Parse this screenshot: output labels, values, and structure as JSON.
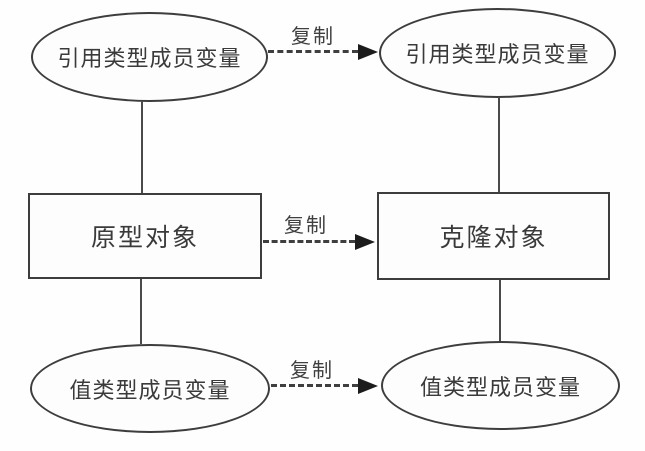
{
  "diagram": {
    "title": "prototype-clone-copy-diagram",
    "nodes": {
      "top_left": {
        "label": "引用类型成员变量",
        "shape": "ellipse",
        "role": "prototype reference-type member variable"
      },
      "top_right": {
        "label": "引用类型成员变量",
        "shape": "ellipse",
        "role": "clone reference-type member variable"
      },
      "mid_left": {
        "label": "原型对象",
        "shape": "rect",
        "role": "prototype object"
      },
      "mid_right": {
        "label": "克隆对象",
        "shape": "rect",
        "role": "clone object"
      },
      "bottom_left": {
        "label": "值类型成员变量",
        "shape": "ellipse",
        "role": "prototype value-type member variable"
      },
      "bottom_right": {
        "label": "值类型成员变量",
        "shape": "ellipse",
        "role": "clone value-type member variable"
      }
    },
    "arrows": {
      "top": {
        "label": "复制",
        "from": "top_left",
        "to": "top_right",
        "style": "dashed-arrow-right"
      },
      "middle": {
        "label": "复制",
        "from": "mid_left",
        "to": "mid_right",
        "style": "dashed-arrow-right"
      },
      "bottom": {
        "label": "复制",
        "from": "bottom_left",
        "to": "bottom_right",
        "style": "dashed-arrow-right"
      }
    },
    "connectors": [
      {
        "from": "top_left",
        "to": "mid_left",
        "type": "solid-line"
      },
      {
        "from": "mid_left",
        "to": "bottom_left",
        "type": "solid-line"
      },
      {
        "from": "top_right",
        "to": "mid_right",
        "type": "solid-line"
      },
      {
        "from": "mid_right",
        "to": "bottom_right",
        "type": "solid-line"
      }
    ],
    "colors": {
      "line": "#3d3d3d",
      "arrow_fill": "#1c1c1c",
      "text": "#3a3a3a",
      "background": "#fefefe"
    }
  }
}
